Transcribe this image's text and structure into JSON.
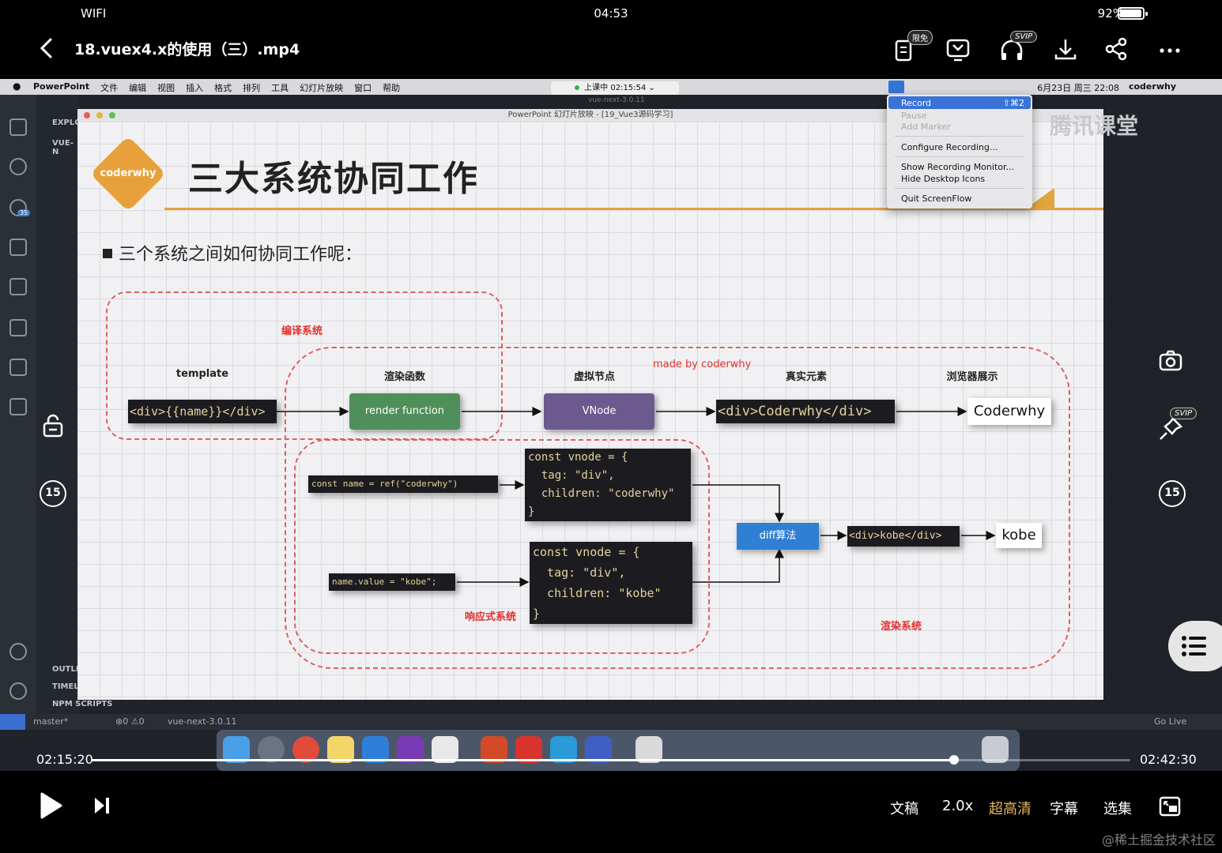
{
  "status_bar": {
    "network": "WIFI",
    "time": "04:53",
    "battery": "92%",
    "battery_level": 0.92
  },
  "header": {
    "title": "18.vuex4.x的使用（三）.mp4",
    "badge_free": "限免",
    "badge_svip": "SVIP"
  },
  "video": {
    "mac_menubar": {
      "app": "PowerPoint",
      "menus": [
        "文件",
        "编辑",
        "视图",
        "插入",
        "格式",
        "排列",
        "工具",
        "幻灯片放映",
        "窗口",
        "帮助"
      ],
      "live_status": "上课中 02:15:54",
      "sub_title": "vue-next-3.0.11",
      "date": "6月23日 周三  22:08",
      "user": "coderwhy"
    },
    "window_title": "PowerPoint 幻灯片放映 - [19_Vue3源码学习]",
    "vscode": {
      "explorer_label": "EXPLC",
      "root_label": "VUE-N",
      "outline_label": "OUTLI",
      "timeline_label": "TIMEL",
      "npm_label": "NPM SCRIPTS",
      "scm_badge": "35",
      "status_branch": "master*",
      "status_problems": "⊗0 ⚠0",
      "status_folder": "vue-next-3.0.11",
      "status_golive": "Go Live"
    },
    "screenflow_menu": {
      "items": [
        "Record",
        "Pause",
        "Add Marker",
        "Configure Recording...",
        "Show Recording Monitor...",
        "Hide Desktop Icons",
        "Quit ScreenFlow"
      ],
      "record_shortcut": "⇧⌘2"
    },
    "watermark": "腾讯课堂",
    "slide": {
      "logo": "coderwhy",
      "title": "三大系统协同工作",
      "bullet": "三个系统之间如何协同工作呢：",
      "labels": {
        "compile": "编译系统",
        "made_by": "made by coderwhy",
        "reactive": "响应式系统",
        "render": "渲染系统"
      },
      "columns": {
        "template": "template",
        "render_fn": "渲染函数",
        "vnode": "虚拟节点",
        "real": "真实元素",
        "browser": "浏览器展示"
      },
      "nodes": {
        "template_code": "<div>{{name}}</div>",
        "render_function": "render function",
        "vnode": "VNode",
        "real_element": "<div>Coderwhy</div>",
        "browser_output": "Coderwhy",
        "ref_code": "const name = ref(\"coderwhy\")",
        "vnode1_line1": "const vnode = {",
        "vnode1_line2": "  tag: \"div\",",
        "vnode1_line3": "  children: \"coderwhy\"",
        "vnode1_line4": "}",
        "name_value_code": "name.value = \"kobe\";",
        "vnode2_line1": "const vnode = {",
        "vnode2_line2": "  tag: \"div\",",
        "vnode2_line3": "  children: \"kobe\"",
        "vnode2_line4": "}",
        "diff": "diff算法",
        "kobe_element": "<div>kobe</div>",
        "kobe_output": "kobe"
      }
    }
  },
  "player": {
    "current_time": "02:15:20",
    "total_time": "02:42:30",
    "progress": 0.83,
    "controls": [
      "文稿",
      "2.0x",
      "超高清",
      "字幕",
      "选集"
    ],
    "active_control": "超高清",
    "seek_back": "15",
    "seek_forward": "15",
    "svip_tag": "SVIP"
  },
  "site_watermark": "@稀土掘金技术社区",
  "colors": {
    "accent": "#e9b45b",
    "slide_orange": "#e2a43c",
    "render_green": "#4f8f5a",
    "vnode_purple": "#6c5a8e",
    "diff_blue": "#2f7fd4"
  }
}
